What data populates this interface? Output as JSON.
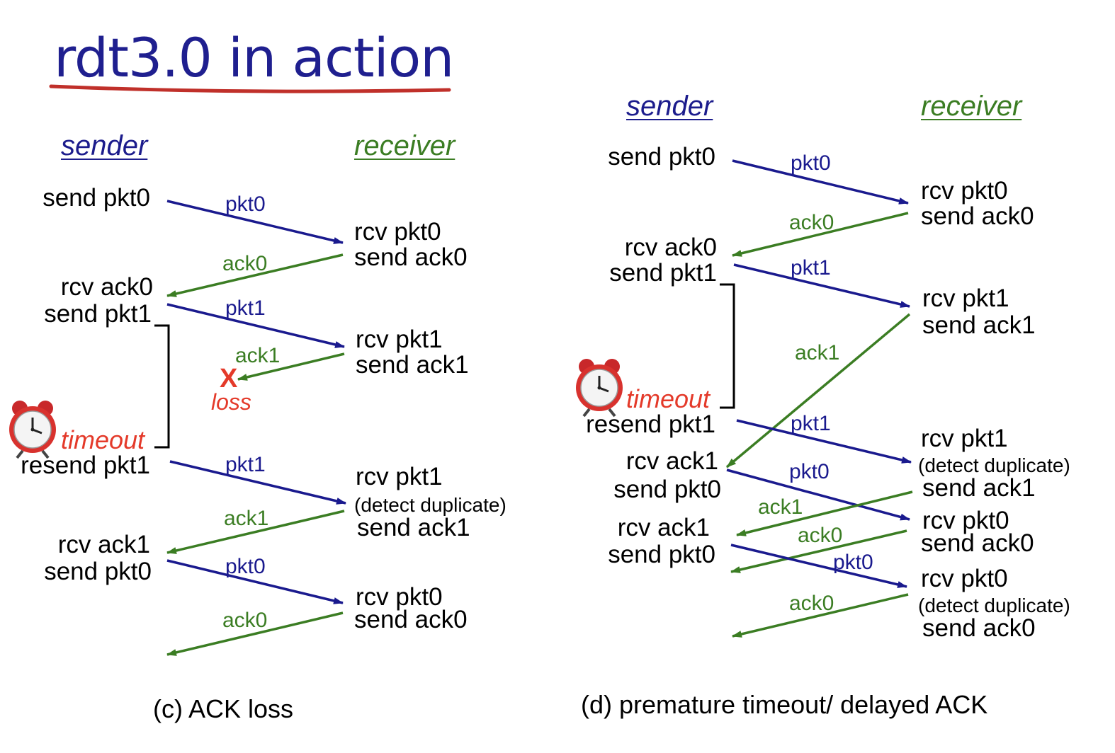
{
  "title": "rdt3.0 in action",
  "colors": {
    "title": "#1f1f8f",
    "underline": "#c0302a",
    "pkt": "#1a1a8e",
    "ack": "#3b7d23",
    "loss": "#e43a2a"
  },
  "left": {
    "sender": "sender",
    "receiver": "receiver",
    "s1": "send pkt0",
    "s2": "rcv ack0",
    "s3": "send pkt1",
    "timeout": "timeout",
    "s4": "resend pkt1",
    "s5": "rcv ack1",
    "s6": "send pkt0",
    "r1a": "rcv pkt0",
    "r1b": "send ack0",
    "r2a": "rcv pkt1",
    "r2b": "send ack1",
    "r3a": "rcv pkt1",
    "r3b": "(detect duplicate)",
    "r3c": "send ack1",
    "r4a": "rcv pkt0",
    "r4b": "send ack0",
    "m_pkt0_1": "pkt0",
    "m_ack0_1": "ack0",
    "m_pkt1_1": "pkt1",
    "m_ack1_1": "ack1",
    "loss_x": "X",
    "loss": "loss",
    "m_pkt1_2": "pkt1",
    "m_ack1_2": "ack1",
    "m_pkt0_2": "pkt0",
    "m_ack0_2": "ack0",
    "caption": "(c) ACK loss"
  },
  "right": {
    "sender": "sender",
    "receiver": "receiver",
    "s1": "send pkt0",
    "s2": "rcv ack0",
    "s3": "send pkt1",
    "timeout": "timeout",
    "s4": "resend pkt1",
    "s5": "rcv ack1",
    "s6": "send pkt0",
    "s7": "rcv ack1",
    "s8": "send pkt0",
    "r1a": "rcv pkt0",
    "r1b": "send ack0",
    "r2a": "rcv pkt1",
    "r2b": "send ack1",
    "r3a": "rcv pkt1",
    "r3b": "(detect duplicate)",
    "r3c": "send ack1",
    "r4a": "rcv pkt0",
    "r4b": "send ack0",
    "r5a": "rcv pkt0",
    "r5b": "(detect duplicate)",
    "r5c": "send ack0",
    "m_pkt0_1": "pkt0",
    "m_ack0_1": "ack0",
    "m_pkt1_1": "pkt1",
    "m_ack1_1": "ack1",
    "m_pkt1_2": "pkt1",
    "m_pkt0_2": "pkt0",
    "m_ack1_2": "ack1",
    "m_ack0_2": "ack0",
    "m_pkt0_3": "pkt0",
    "m_ack0_3": "ack0",
    "caption": "(d) premature timeout/ delayed ACK"
  }
}
